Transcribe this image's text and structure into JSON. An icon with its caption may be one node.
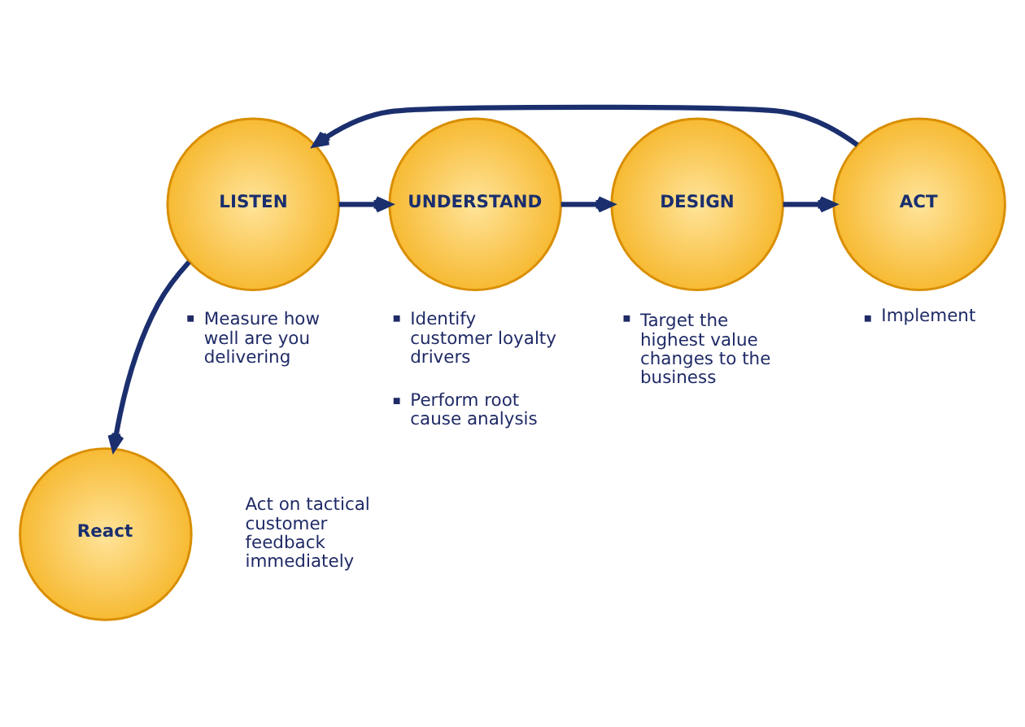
{
  "diagram": {
    "nodes": [
      {
        "text": [
          "LISTEN"
        ],
        "beside": [
          "Measure how well are you delivering"
        ]
      },
      {
        "text": [
          "UNDERSTAND"
        ],
        "beside": [
          "Identify customer loyalty drivers",
          "Perform root cause analysis"
        ]
      },
      {
        "text": [
          "DESIGN"
        ],
        "beside": [
          "Target the highest value changes to the business"
        ]
      },
      {
        "text": [
          "ACT"
        ],
        "beside": [
          "Implement"
        ]
      },
      {
        "text": [
          "React"
        ],
        "beside": [
          "Act on tactical customer feedback immediately"
        ]
      }
    ],
    "edges": [
      {
        "from": 0,
        "to": 1,
        "arrow": "to"
      },
      {
        "from": 1,
        "to": 2,
        "arrow": "to"
      },
      {
        "from": 2,
        "to": 3,
        "arrow": "to"
      },
      {
        "from": 3,
        "to": 0,
        "arrow": "to"
      },
      {
        "from": 0,
        "to": 4,
        "arrow": "to"
      }
    ]
  }
}
